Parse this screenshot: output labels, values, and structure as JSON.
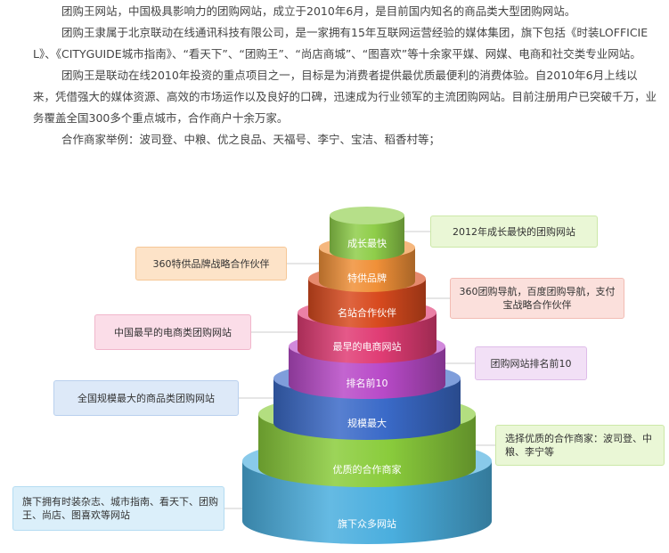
{
  "intro": {
    "paragraphs": [
      "团购王网站，中国极具影响力的团购网站，成立于2010年6月，是目前国内知名的商品类大型团购网站。",
      "团购王隶属于北京联动在线通讯科技有限公司，是一家拥有15年互联网运营经验的媒体集团，旗下包括《时装LOFFICIEL》、《CITYGUIDE城市指南》、“看天下”、“团购王”、“尚店商城”、“图喜欢”等十余家平媒、网媒、电商和社交类专业网站。",
      "团购王是联动在线2010年投资的重点项目之一，目标是为消费者提供最优质最便利的消费体验。自2010年6月上线以来，凭借强大的媒体资源、高效的市场运作以及良好的口碑，迅速成为行业领军的主流团购网站。目前注册用户已突破千万，业务覆盖全国300多个重点城市，合作商户十余万家。",
      "合作商家举例：波司登、中粮、优之良品、天福号、李宁、宝洁、稻香村等；"
    ]
  },
  "pyramid": {
    "tiers": [
      {
        "label": "成长最快",
        "color": "#8fce4a"
      },
      {
        "label": "特供品牌",
        "color": "#f09038"
      },
      {
        "label": "名站合作伙伴",
        "color": "#d84a1e"
      },
      {
        "label": "最早的电商网站",
        "color": "#e03c74"
      },
      {
        "label": "排名前10",
        "color": "#b84ac8"
      },
      {
        "label": "规模最大",
        "color": "#3a6ac8"
      },
      {
        "label": "优质的合作商家",
        "color": "#8acc3c"
      },
      {
        "label": "旗下众多网站",
        "color": "#4aaede"
      }
    ]
  },
  "callouts": [
    {
      "text": "2012年成长最快的团购网站",
      "bg": "#eaf7d6",
      "border": "#cce8a8"
    },
    {
      "text": "360特供品牌战略合作伙伴",
      "bg": "#fde3c8",
      "border": "#f6c796"
    },
    {
      "text": "360团购导航，百度团购导航，支付宝战略合作伙伴",
      "bg": "#fbe0dc",
      "border": "#f2bcb4"
    },
    {
      "text": "中国最早的电商类团购网站",
      "bg": "#fbdde8",
      "border": "#f1b6cb"
    },
    {
      "text": "团购网站排名前10",
      "bg": "#f2e0f6",
      "border": "#dfbde9"
    },
    {
      "text": "全国规模最大的商品类团购网站",
      "bg": "#dde9f8",
      "border": "#b9d0ee"
    },
    {
      "text": "选择优质的合作商家：波司登、中粮、李宁等",
      "bg": "#eaf7d6",
      "border": "#cce8a8"
    },
    {
      "text": "旗下拥有时装杂志、城市指南、看天下、团购王、尚店、图喜欢等网站",
      "bg": "#dbeffa",
      "border": "#b4dcf2"
    }
  ]
}
